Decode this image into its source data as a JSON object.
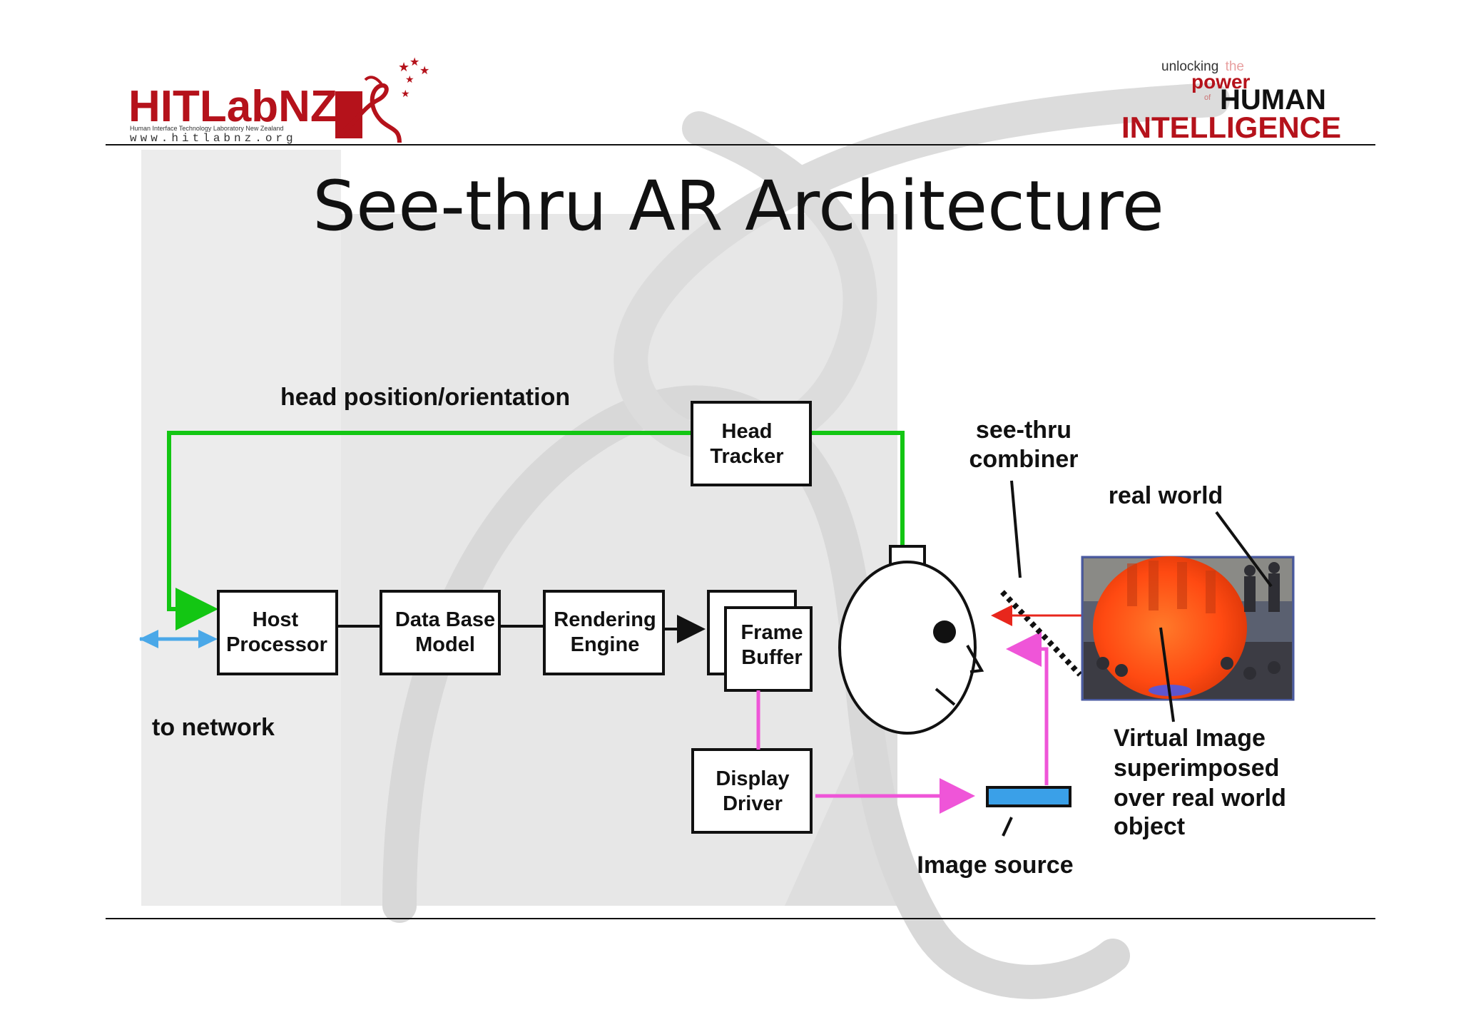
{
  "header": {
    "logo_main": "HITLabNZ",
    "logo_sub": "Human Interface Technology Laboratory New Zealand",
    "logo_url": "www.hitlabnz.org",
    "tagline": {
      "l1a": "unlocking",
      "l1b": "the",
      "l2": "power",
      "l3a": "of",
      "l3b": "HUMAN",
      "l4": "INTELLIGENCE"
    }
  },
  "title": "See-thru AR Architecture",
  "boxes": {
    "host": [
      "Host",
      "Processor"
    ],
    "database": [
      "Data Base",
      "Model"
    ],
    "rendering": [
      "Rendering",
      "Engine"
    ],
    "frame": [
      "Frame",
      "Buffer"
    ],
    "tracker": [
      "Head",
      "Tracker"
    ],
    "display": [
      "Display",
      "Driver"
    ]
  },
  "labels": {
    "head_pos": "head position/orientation",
    "network": "to network",
    "combiner": [
      "see-thru",
      "combiner"
    ],
    "real_world": "real world",
    "virtual": [
      "Virtual Image",
      "superimposed",
      "over real world",
      "object"
    ],
    "image_source": "Image source"
  },
  "colors": {
    "green": "#13c613",
    "blue_arrow": "#4aa8e8",
    "magenta": "#ef55d8",
    "red_arrow": "#e8261c",
    "image_source": "#3aa0e8",
    "logo_red": "#b5121b",
    "watermark": "#e6e6e6"
  }
}
